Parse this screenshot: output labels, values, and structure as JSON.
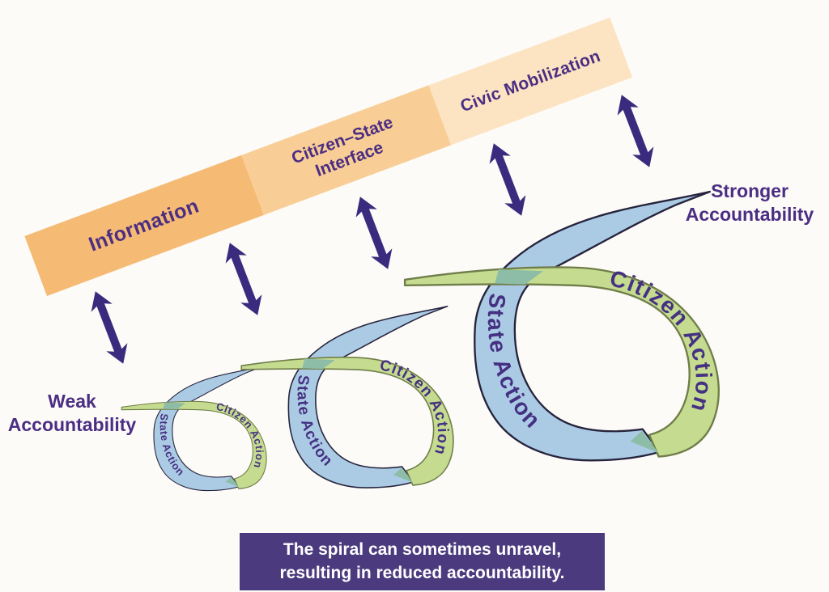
{
  "background_color": "#FDFBF7",
  "banner": {
    "text_color": "#4B2E83",
    "segments": [
      {
        "label": "Information",
        "color": "#F5BA73"
      },
      {
        "label": "Citizen–State Interface",
        "color": "#F9CE96"
      },
      {
        "label": "Civic Mobilization",
        "color": "#FCE4C2"
      }
    ]
  },
  "arrows": {
    "icon": "double-headed-arrow-icon",
    "count": 5,
    "color": "#3B2B7E"
  },
  "spirals": {
    "state_label": "State Action",
    "citizen_label": "Citizen Action",
    "sizes": [
      "small",
      "medium",
      "large"
    ],
    "state_color": "#ABCBE5",
    "citizen_color": "#C5DC90",
    "overlap_color": "#8DBCA7",
    "label_color": "#453082"
  },
  "endpoints": {
    "text_color": "#4B2E83",
    "weak": {
      "line1": "Weak",
      "line2": "Accountability"
    },
    "strong": {
      "line1": "Stronger",
      "line2": "Accountability"
    }
  },
  "caption": {
    "background_color": "#4B3B7E",
    "text_color": "#FFFFFF",
    "line1": "The spiral can sometimes unravel,",
    "line2": "resulting in reduced accountability."
  }
}
